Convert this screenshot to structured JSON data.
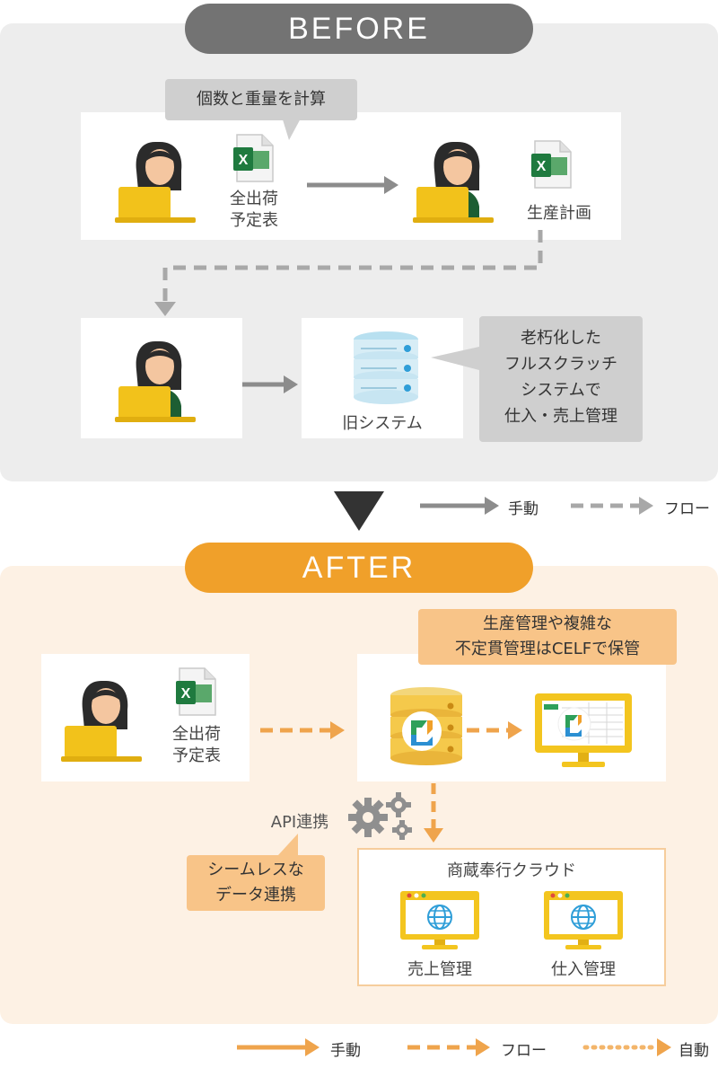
{
  "before": {
    "title": "BEFORE",
    "bubble_calc": "個数と重量を計算",
    "file1_label": [
      "全出荷",
      "予定表"
    ],
    "file2_label": "生産計画",
    "db_label": "旧システム",
    "bubble_old": [
      "老朽化した",
      "フルスクラッチ",
      "システムで",
      "仕入・売上管理"
    ],
    "legend_manual": "手動",
    "legend_flow": "フロー"
  },
  "after": {
    "title": "AFTER",
    "file_label": [
      "全出荷",
      "予定表"
    ],
    "bubble_celf": [
      "生産管理や複雑な",
      "不定貫管理はCELFで保管"
    ],
    "api_label": "API連携",
    "bubble_seamless": [
      "シームレスな",
      "データ連携"
    ],
    "cloud_title": "商蔵奉行クラウド",
    "sales_label": "売上管理",
    "purchase_label": "仕入管理",
    "legend_manual": "手動",
    "legend_flow": "フロー",
    "legend_auto": "自動"
  },
  "colors": {
    "gray_arrow": "#8c8c8c",
    "orange_arrow": "#efa44c",
    "excel_green": "#1f7a3f",
    "laptop_yellow": "#f2c21b",
    "monitor_yellow": "#f3c51f",
    "jacket_green": "#1d5e33"
  }
}
